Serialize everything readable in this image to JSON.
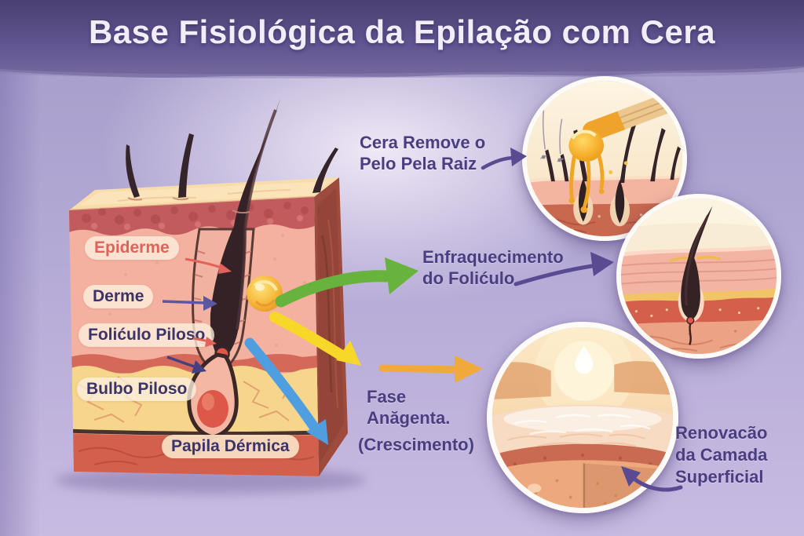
{
  "header": {
    "title": "Base Fisiológica da Epilação com Cera"
  },
  "skin_diagram": {
    "labels": {
      "epiderme": "Epiderme",
      "derme": "Derme",
      "foliculo_piloso": "Folićulo Piloso",
      "bulbo_piloso": "Bulbo Piloso",
      "papila_dermica": "Papila Dérmica"
    }
  },
  "annotations": {
    "cera_remove": {
      "line1": "Cera Remove o",
      "line2": "Pelo Pela Raiz"
    },
    "enfraquecimento": {
      "line1": "Enfraquecimento",
      "line2": "do Folićulo"
    },
    "fase_anagena": {
      "line1": "Fase",
      "line2": "Anăgenta.",
      "line3": "(Crescimento)"
    },
    "renovacao": {
      "line1": "Renovacão",
      "line2": "da Camada",
      "line3": "Superficial"
    }
  },
  "colors": {
    "background_top": "#a49bc9",
    "background_bottom": "#c8bbe2",
    "header_band": "#5f5490",
    "title_text": "#f3edf8",
    "annotation_text": "#4a3d80",
    "label_dark": "#3b3468",
    "epiderme_text": "#e0625a",
    "arrow_green": "#68b33e",
    "arrow_yellow": "#f7d829",
    "arrow_blue": "#4f9fe0",
    "arrow_orange": "#f2a93b",
    "arrow_purple": "#5a4a92"
  }
}
